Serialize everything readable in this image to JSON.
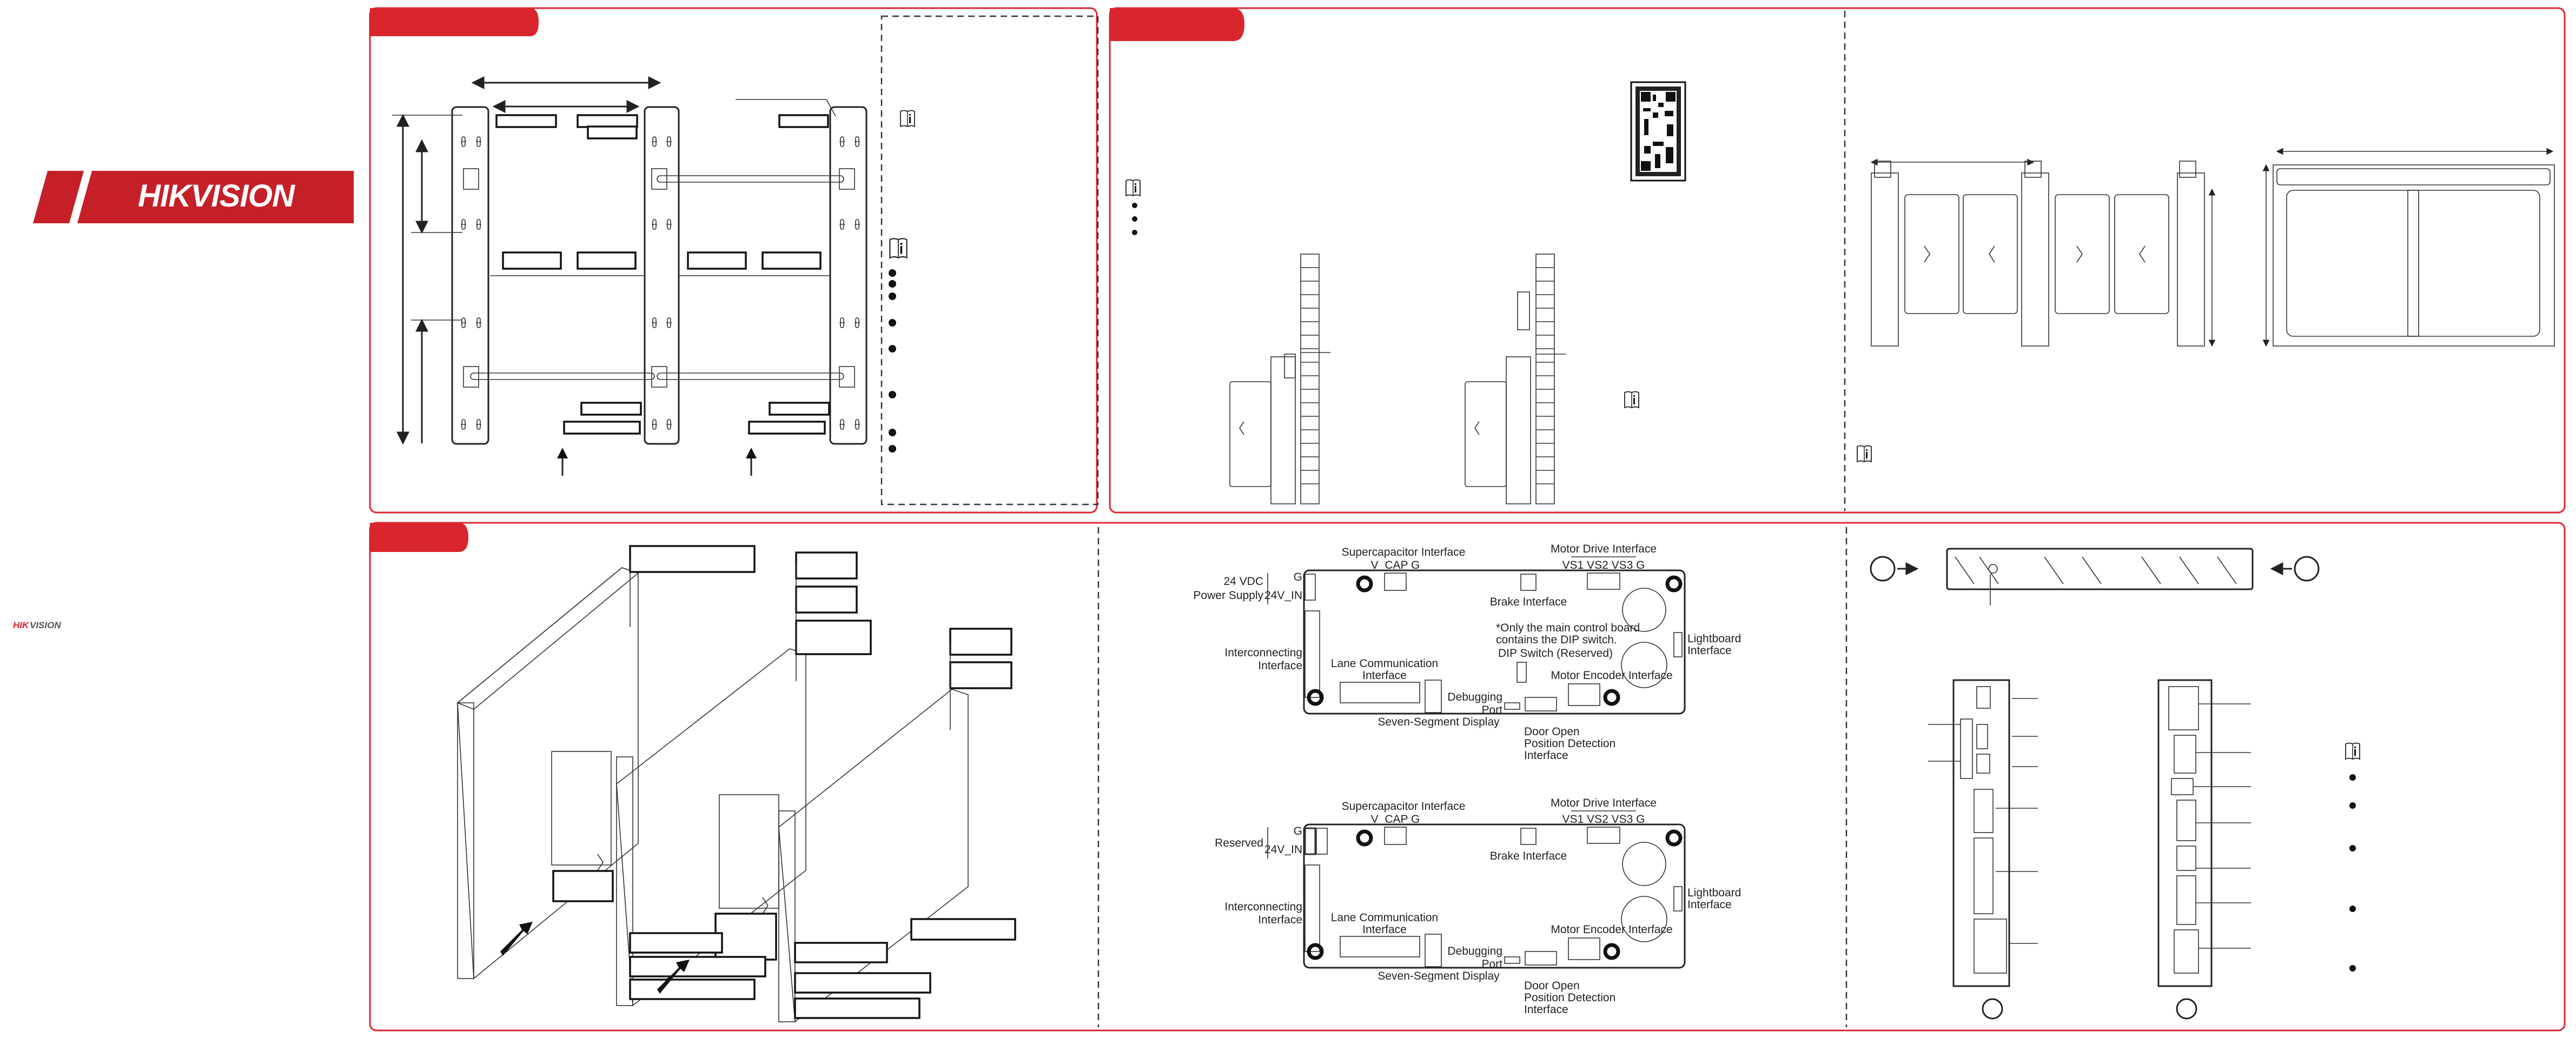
{
  "brand": {
    "logo_text": "HIKVISION",
    "small_logo_red": "HIK",
    "small_logo_grey": "VISION",
    "accent_color": "#d9262e"
  },
  "board_main": {
    "supercap_title": "Supercapacitor Interface",
    "supercap_pins": "V_CAP  G",
    "motor_drive_title": "Motor Drive Interface",
    "motor_drive_pins": "VS1 VS2 VS3 G",
    "power_line1": "24 VDC",
    "power_line2": "Power Supply",
    "pin_g": "G",
    "pin_24v": "24V_IN",
    "brake": "Brake Interface",
    "dip_note1": "*Only the main control board",
    "dip_note2": "contains the DIP switch.",
    "dip_switch": "DIP Switch (Reserved)",
    "lightboard1": "Lightboard",
    "lightboard2": "Interface",
    "interconnect1": "Interconnecting",
    "interconnect2": "Interface",
    "lane1": "Lane Communication",
    "lane2": "Interface",
    "encoder": "Motor Encoder Interface",
    "debug1": "Debugging",
    "debug2": "Port",
    "seven_seg": "Seven-Segment Display",
    "door1": "Door Open",
    "door2": "Position Detection",
    "door3": "Interface"
  },
  "board_sub": {
    "supercap_title": "Supercapacitor Interface",
    "supercap_pins": "V_CAP  G",
    "motor_drive_title": "Motor Drive Interface",
    "motor_drive_pins": "VS1 VS2 VS3 G",
    "reserved": "Reserved",
    "pin_g": "G",
    "pin_24v": "24V_IN",
    "brake": "Brake Interface",
    "lightboard1": "Lightboard",
    "lightboard2": "Interface",
    "interconnect1": "Interconnecting",
    "interconnect2": "Interface",
    "lane1": "Lane Communication",
    "lane2": "Interface",
    "encoder": "Motor Encoder Interface",
    "debug1": "Debugging",
    "debug2": "Port",
    "seven_seg": "Seven-Segment Display",
    "door1": "Door Open",
    "door2": "Position Detection",
    "door3": "Interface"
  }
}
